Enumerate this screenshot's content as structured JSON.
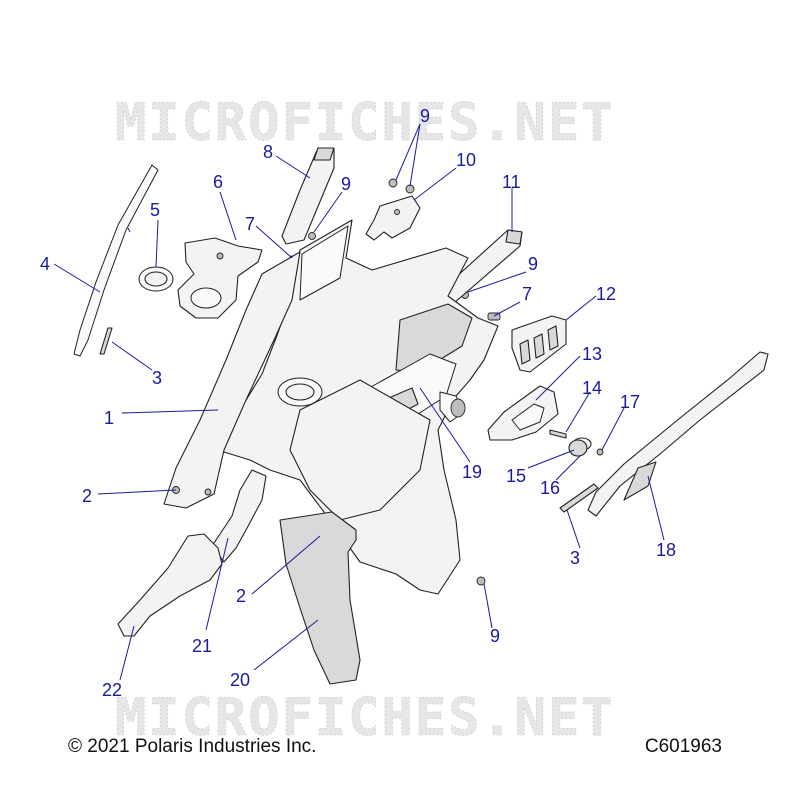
{
  "watermark": {
    "top": "MICROFICHES.NET",
    "bottom": "MICROFICHES.NET"
  },
  "footer": {
    "copyright": "© 2021 Polaris Industries Inc.",
    "diagram_code": "C601963"
  },
  "callouts": {
    "c1": "1",
    "c2a": "2",
    "c2b": "2",
    "c3a": "3",
    "c3b": "3",
    "c4": "4",
    "c5": "5",
    "c6": "6",
    "c7a": "7",
    "c7b": "7",
    "c8": "8",
    "c9a": "9",
    "c9b": "9",
    "c9c": "9",
    "c9d": "9",
    "c10": "10",
    "c11": "11",
    "c12": "12",
    "c13": "13",
    "c14": "14",
    "c15": "15",
    "c16": "16",
    "c17": "17",
    "c18": "18",
    "c19": "19",
    "c20": "20",
    "c21": "21",
    "c22": "22"
  },
  "colors": {
    "callout": "#1a1a9e",
    "line": "#222222",
    "watermark": "#e6e6e6"
  }
}
